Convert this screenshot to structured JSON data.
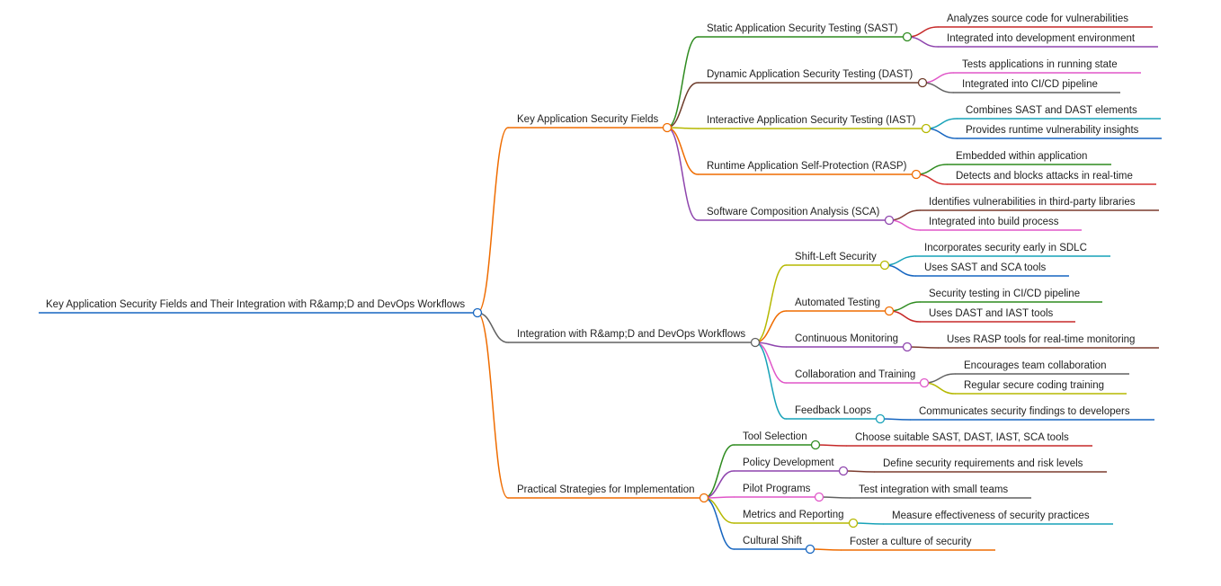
{
  "mindmap": {
    "root": {
      "label": "Key Application Security Fields and Their Integration with R&amp;D and DevOps Workflows",
      "color": "#1565c0"
    },
    "branches": [
      {
        "label": "Key Application Security Fields",
        "color": "#ef6c00",
        "children": [
          {
            "label": "Static Application Security Testing (SAST)",
            "color": "#2e8b1f",
            "children": [
              {
                "label": "Analyzes source code for vulnerabilities",
                "color": "#c62828"
              },
              {
                "label": "Integrated into development environment",
                "color": "#8e44ad"
              }
            ]
          },
          {
            "label": "Dynamic Application Security Testing (DAST)",
            "color": "#6d3b2a",
            "children": [
              {
                "label": "Tests applications in running state",
                "color": "#e056c8"
              },
              {
                "label": "Integrated into CI/CD pipeline",
                "color": "#616161"
              }
            ]
          },
          {
            "label": "Interactive Application Security Testing (IAST)",
            "color": "#b5b800",
            "children": [
              {
                "label": "Combines SAST and DAST elements",
                "color": "#17a2b8"
              },
              {
                "label": "Provides runtime vulnerability insights",
                "color": "#1565c0"
              }
            ]
          },
          {
            "label": "Runtime Application Self-Protection (RASP)",
            "color": "#ef6c00",
            "children": [
              {
                "label": "Embedded within application",
                "color": "#2e8b1f"
              },
              {
                "label": "Detects and blocks attacks in real-time",
                "color": "#d32f2f"
              }
            ]
          },
          {
            "label": "Software Composition Analysis (SCA)",
            "color": "#8e44ad",
            "children": [
              {
                "label": "Identifies vulnerabilities in third-party libraries",
                "color": "#7b3b2e"
              },
              {
                "label": "Integrated into build process",
                "color": "#e056c8"
              }
            ]
          }
        ]
      },
      {
        "label": "Integration with R&amp;D and DevOps Workflows",
        "color": "#616161",
        "children": [
          {
            "label": "Shift-Left Security",
            "color": "#b5b800",
            "children": [
              {
                "label": "Incorporates security early in SDLC",
                "color": "#17a2b8"
              },
              {
                "label": "Uses SAST and SCA tools",
                "color": "#1565c0"
              }
            ]
          },
          {
            "label": "Automated Testing",
            "color": "#ef6c00",
            "children": [
              {
                "label": "Security testing in CI/CD pipeline",
                "color": "#2e8b1f"
              },
              {
                "label": "Uses DAST and IAST tools",
                "color": "#c62828"
              }
            ]
          },
          {
            "label": "Continuous Monitoring",
            "color": "#8e44ad",
            "children": [
              {
                "label": "Uses RASP tools for real-time monitoring",
                "color": "#7b3b2e"
              }
            ]
          },
          {
            "label": "Collaboration and Training",
            "color": "#e056c8",
            "children": [
              {
                "label": "Encourages team collaboration",
                "color": "#616161"
              },
              {
                "label": "Regular secure coding training",
                "color": "#b5b800"
              }
            ]
          },
          {
            "label": "Feedback Loops",
            "color": "#17a2b8",
            "children": [
              {
                "label": "Communicates security findings to developers",
                "color": "#1565c0"
              }
            ]
          }
        ]
      },
      {
        "label": "Practical Strategies for Implementation",
        "color": "#ef6c00",
        "children": [
          {
            "label": "Tool Selection",
            "color": "#2e8b1f",
            "children": [
              {
                "label": "Choose suitable SAST, DAST, IAST, SCA tools",
                "color": "#c62828"
              }
            ]
          },
          {
            "label": "Policy Development",
            "color": "#8e44ad",
            "children": [
              {
                "label": "Define security requirements and risk levels",
                "color": "#7b3b2e"
              }
            ]
          },
          {
            "label": "Pilot Programs",
            "color": "#e056c8",
            "children": [
              {
                "label": "Test integration with small teams",
                "color": "#616161"
              }
            ]
          },
          {
            "label": "Metrics and Reporting",
            "color": "#b5b800",
            "children": [
              {
                "label": "Measure effectiveness of security practices",
                "color": "#17a2b8"
              }
            ]
          },
          {
            "label": "Cultural Shift",
            "color": "#1565c0",
            "children": [
              {
                "label": "Foster a culture of security",
                "color": "#ef6c00"
              }
            ]
          }
        ]
      }
    ]
  }
}
